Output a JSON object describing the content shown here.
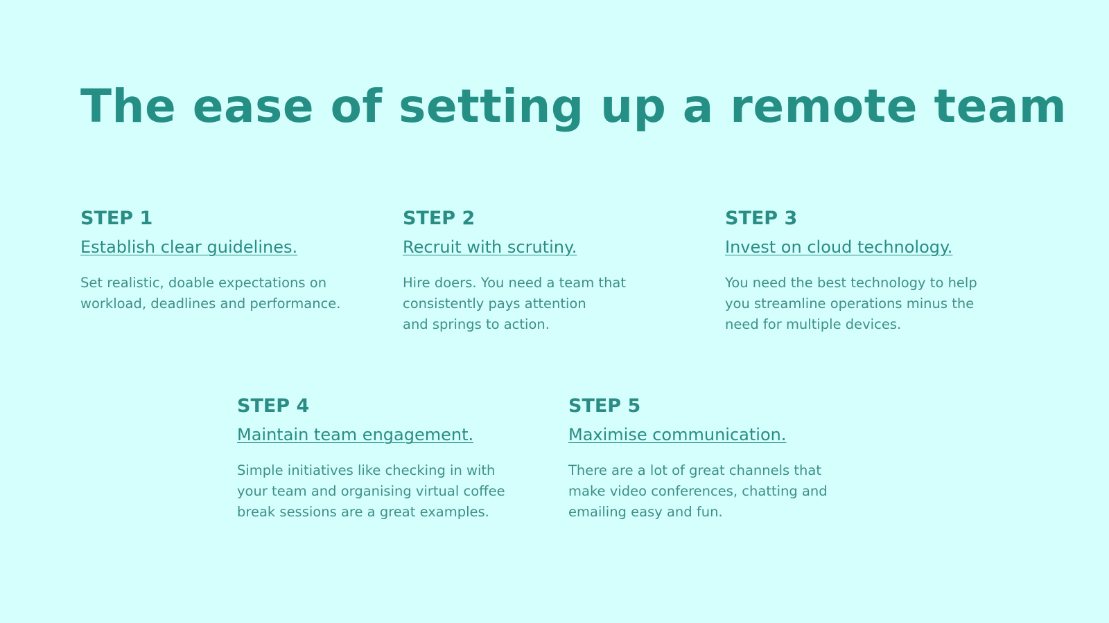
{
  "slide": {
    "title": "The ease of setting up a remote team",
    "steps": [
      {
        "label": "STEP 1",
        "heading": "Establish clear guidelines.",
        "body": "Set realistic, doable expectations on\nworkload, deadlines and performance."
      },
      {
        "label": "STEP 2",
        "heading": "Recruit with scrutiny.",
        "body": "Hire doers. You need a team that\nconsistently pays attention\nand springs to action."
      },
      {
        "label": "STEP 3",
        "heading": "Invest on cloud technology.",
        "body": "You need the best technology to help\nyou streamline operations minus the\nneed for multiple devices."
      },
      {
        "label": "STEP 4",
        "heading": "Maintain team engagement.",
        "body": "Simple initiatives like checking in with\nyour team and organising virtual coffee\nbreak sessions are a great examples."
      },
      {
        "label": "STEP 5",
        "heading": "Maximise communication.",
        "body": "There are a lot of great channels that\nmake video conferences, chatting and\nemailing easy and fun."
      }
    ]
  },
  "colors": {
    "background": "#d4fffd",
    "title": "#258f86",
    "text": "#2a8c84",
    "body": "#3e8f88"
  }
}
